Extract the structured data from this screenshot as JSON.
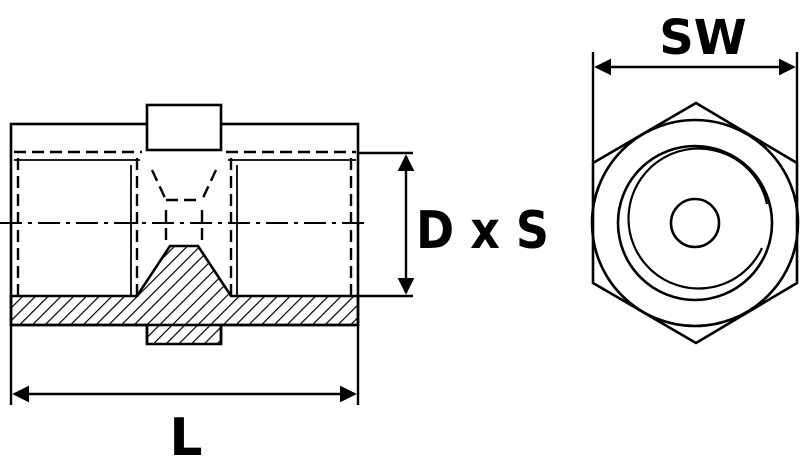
{
  "labels": {
    "thread_size": "D x S",
    "width_across_flats": "SW",
    "length": "L"
  },
  "colors": {
    "line": "#000000",
    "background": "#ffffff"
  }
}
